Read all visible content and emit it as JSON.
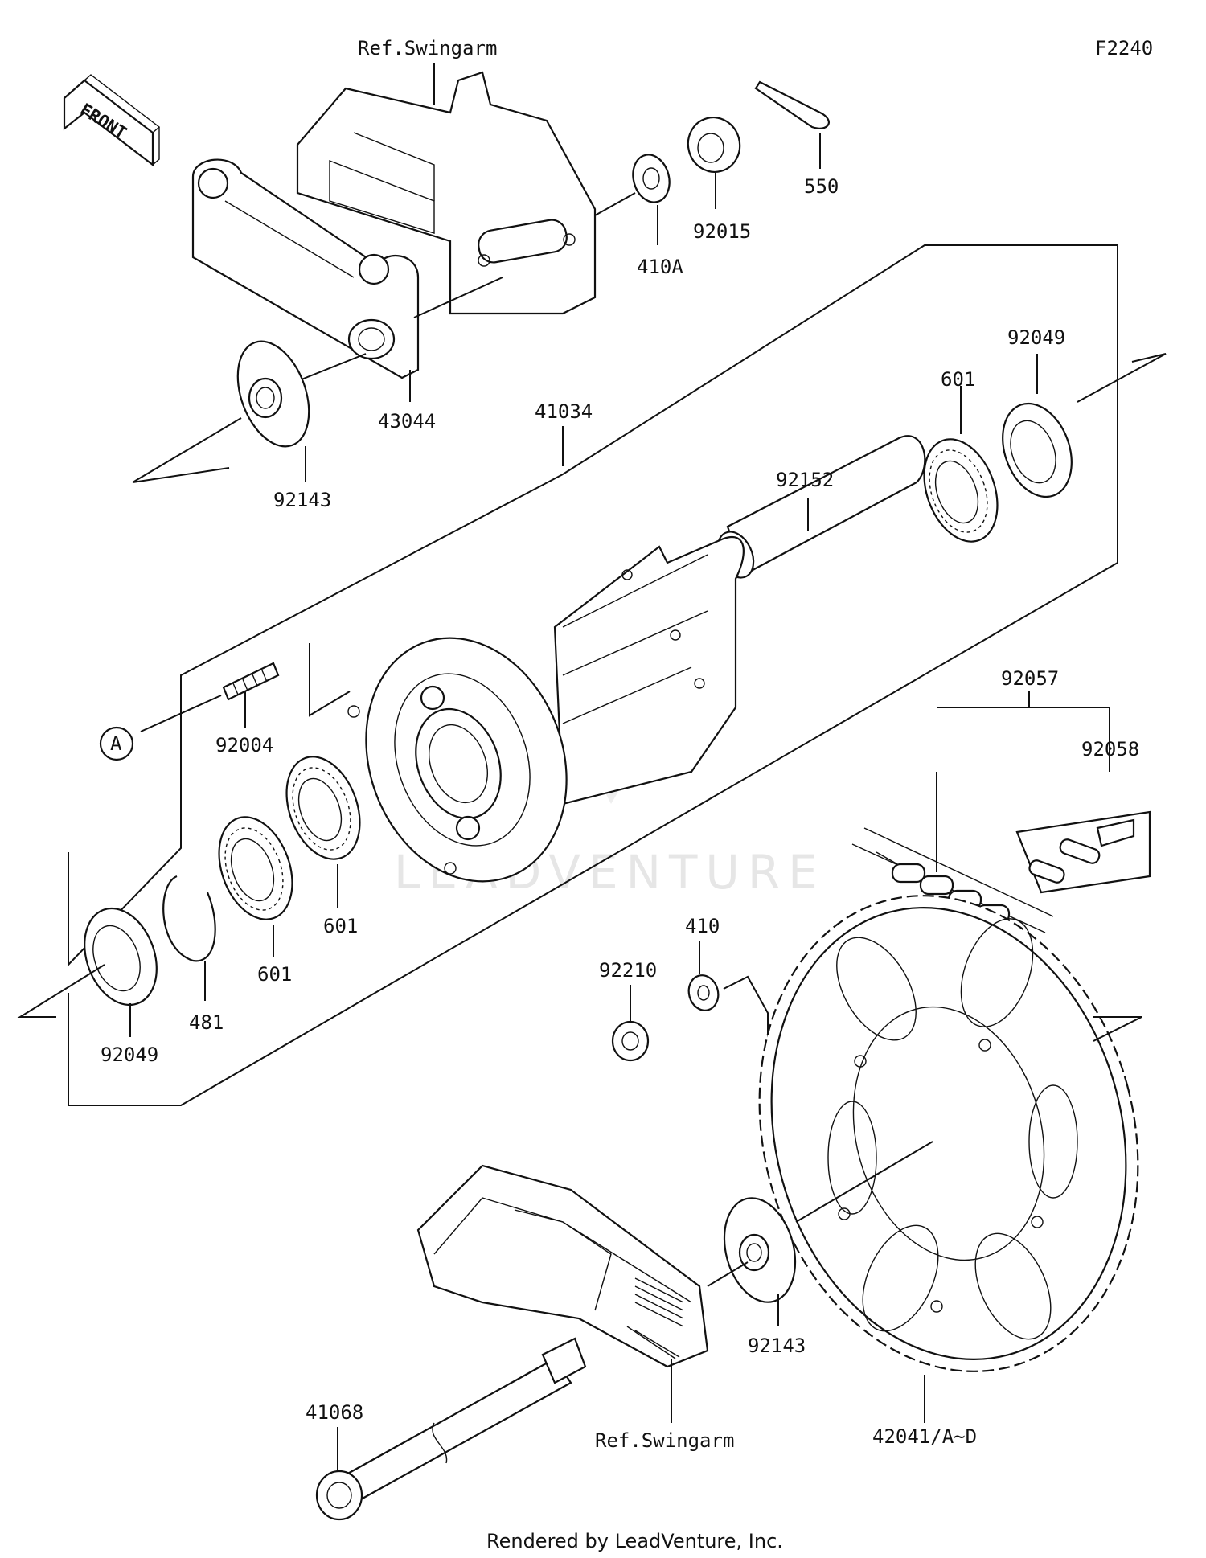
{
  "diagram": {
    "figure_code": "F2240",
    "direction_badge": "FRONT",
    "footer_credit": "Rendered by LeadVenture, Inc.",
    "watermark": "LEADVENTURE",
    "reference_marker": "A",
    "labels": {
      "ref_swingarm_top": "Ref.Swingarm",
      "ref_swingarm_bottom": "Ref.Swingarm",
      "p550": "550",
      "p92015": "92015",
      "p410A": "410A",
      "p43044": "43044",
      "p92143_top": "92143",
      "p41034": "41034",
      "p92049_top": "92049",
      "p601_top": "601",
      "p92152": "92152",
      "p92004": "92004",
      "p601_mid": "601",
      "p601_low": "601",
      "p481": "481",
      "p92049_low": "92049",
      "p92057": "92057",
      "p92058": "92058",
      "p410": "410",
      "p92210": "92210",
      "p92143_low": "92143",
      "p42041": "42041/A~D",
      "p41068": "41068"
    }
  }
}
